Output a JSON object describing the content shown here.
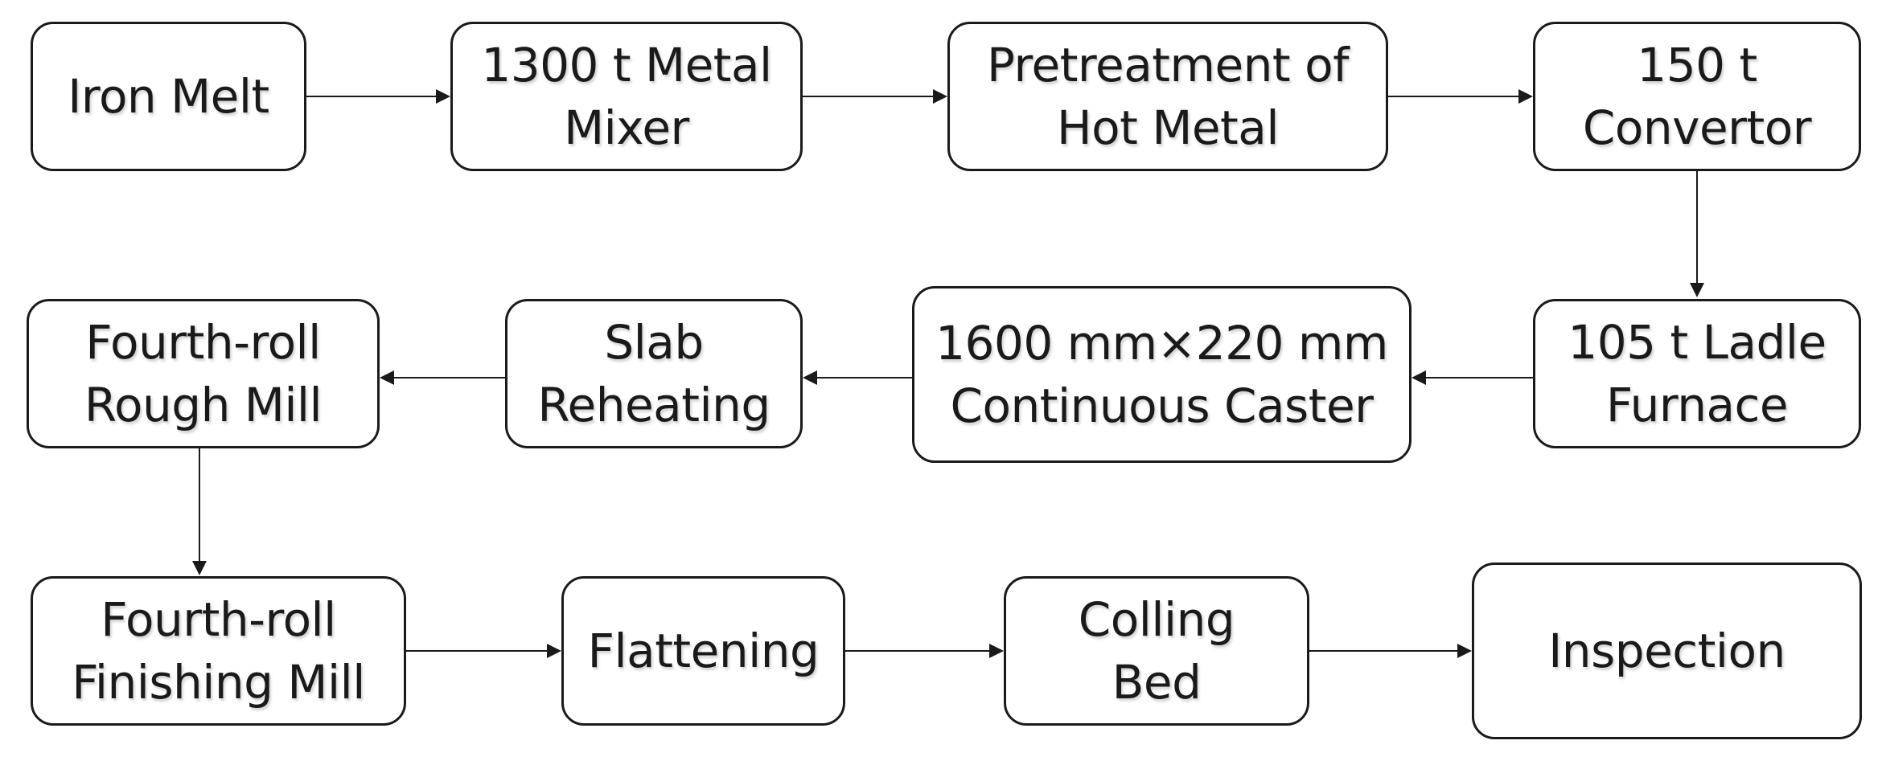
{
  "nodes": {
    "iron_melt": {
      "line1": "Iron Melt",
      "line2": ""
    },
    "metal_mixer": {
      "line1": "1300 t Metal",
      "line2": "Mixer"
    },
    "pretreatment": {
      "line1": "Pretreatment of",
      "line2": "Hot Metal"
    },
    "convertor": {
      "line1": "150 t",
      "line2": "Convertor"
    },
    "ladle_furnace": {
      "line1": "105 t Ladle",
      "line2": "Furnace"
    },
    "continuous_caster": {
      "line1": "1600 mm×220 mm",
      "line2": "Continuous Caster"
    },
    "slab_reheating": {
      "line1": "Slab",
      "line2": "Reheating"
    },
    "rough_mill": {
      "line1": "Fourth-roll",
      "line2": "Rough Mill"
    },
    "finishing_mill": {
      "line1": "Fourth-roll",
      "line2": "Finishing Mill"
    },
    "flattening": {
      "line1": "Flattening",
      "line2": ""
    },
    "colling_bed": {
      "line1": "Colling",
      "line2": "Bed"
    },
    "inspection": {
      "line1": "Inspection",
      "line2": ""
    }
  },
  "edges": [
    {
      "from": "iron_melt",
      "to": "metal_mixer"
    },
    {
      "from": "metal_mixer",
      "to": "pretreatment"
    },
    {
      "from": "pretreatment",
      "to": "convertor"
    },
    {
      "from": "convertor",
      "to": "ladle_furnace"
    },
    {
      "from": "ladle_furnace",
      "to": "continuous_caster"
    },
    {
      "from": "continuous_caster",
      "to": "slab_reheating"
    },
    {
      "from": "slab_reheating",
      "to": "rough_mill"
    },
    {
      "from": "rough_mill",
      "to": "finishing_mill"
    },
    {
      "from": "finishing_mill",
      "to": "flattening"
    },
    {
      "from": "flattening",
      "to": "colling_bed"
    },
    {
      "from": "colling_bed",
      "to": "inspection"
    }
  ]
}
